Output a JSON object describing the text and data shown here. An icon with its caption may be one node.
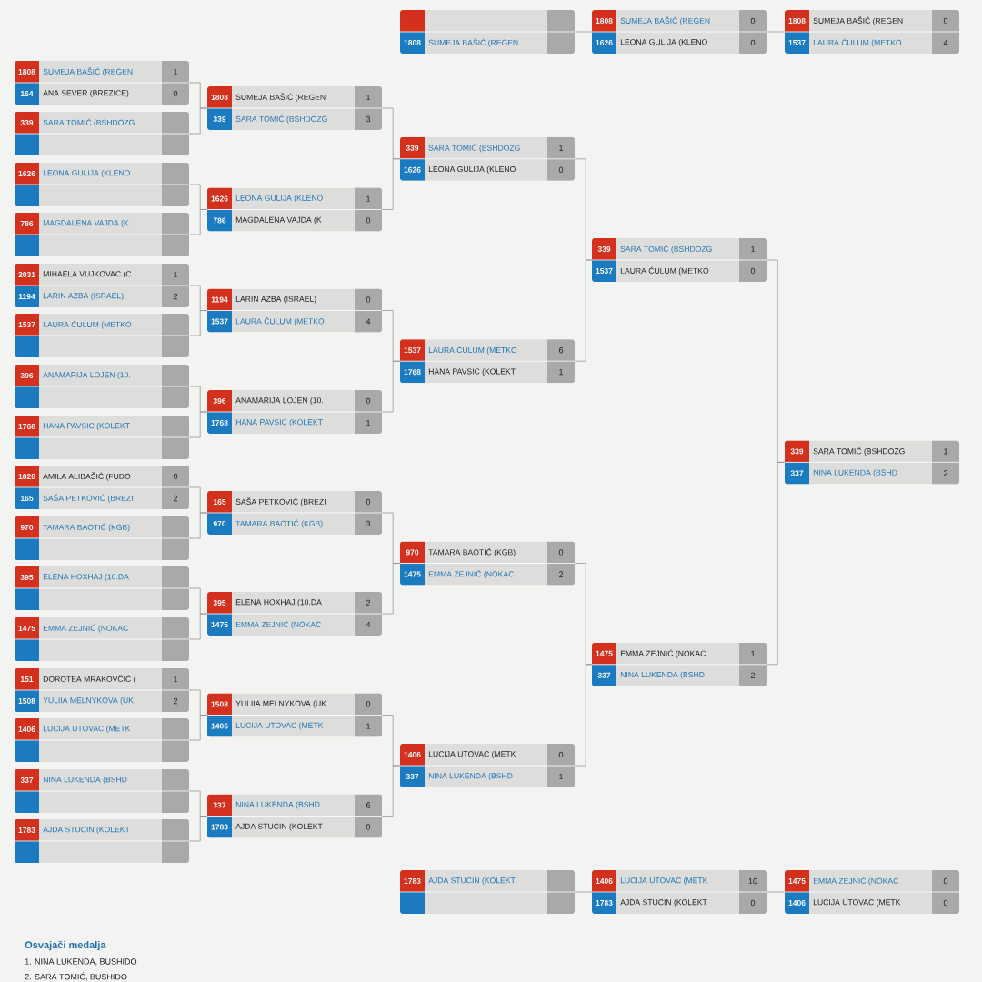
{
  "diagram": {
    "nodes": [
      {
        "text": [
          "1808",
          "SUMEJA BAŠIĆ (REGEN",
          "1",
          "164",
          "ANA SEVER (BREZICE)",
          "0"
        ]
      },
      {
        "text": [
          "339",
          "SARA TOMIĆ (BSHDOZG"
        ]
      },
      {
        "text": [
          "1626",
          "LEONA GULIJA (KLENO"
        ]
      },
      {
        "text": [
          "786",
          "MAGDALENA VAJDA (K"
        ]
      },
      {
        "text": [
          "2031",
          "MIHAELA VUJKOVAC (C",
          "1",
          "1194",
          "LARIN AZBA (ISRAEL)",
          "2"
        ]
      },
      {
        "text": [
          "1537",
          "LAURA ĆULUM (METKO"
        ]
      },
      {
        "text": [
          "396",
          "ANAMARIJA LOJEN (10."
        ]
      },
      {
        "text": [
          "1768",
          "HANA PAVSIC (KOLEKT"
        ]
      },
      {
        "text": [
          "1820",
          "AMILA ALIBAŠIĆ (FUDO",
          "0",
          "165",
          "SAŠA PETKOVIĆ (BREZI",
          "2"
        ]
      },
      {
        "text": [
          "970",
          "TAMARA BAOTIĆ (KGB)"
        ]
      },
      {
        "text": [
          "395",
          "ELENA HOXHAJ (10.DA"
        ]
      },
      {
        "text": [
          "1475",
          "EMMA ZEJNIĆ (NOKAC"
        ]
      },
      {
        "text": [
          "151",
          "DOROTEA MRAKOVČIĆ (",
          "1",
          "1508",
          "YULIIA MELNYKOVA (UK",
          "2"
        ]
      },
      {
        "text": [
          "1406",
          "LUCIJA UTOVAC (METK"
        ]
      },
      {
        "text": [
          "337",
          "NINA LUKENDA (BSHD"
        ]
      },
      {
        "text": [
          "1783",
          "AJDA STUCIN (KOLEKT"
        ]
      },
      {
        "text": [
          "1808",
          "SUMEJA BAŠIĆ (REGEN",
          "1",
          "339",
          "SARA TOMIĆ (BSHDOZG",
          "3"
        ]
      },
      {
        "text": [
          "1626",
          "LEONA GULIJA (KLENO",
          "1",
          "786",
          "MAGDALENA VAJDA (K",
          "0"
        ]
      },
      {
        "text": [
          "1194",
          "LARIN AZBA (ISRAEL)",
          "0",
          "1537",
          "LAURA ĆULUM (METKO",
          "4"
        ]
      },
      {
        "text": [
          "396",
          "ANAMARIJA LOJEN (10.",
          "0",
          "1768",
          "HANA PAVSIC (KOLEKT",
          "1"
        ]
      },
      {
        "text": [
          "165",
          "SAŠA PETKOVIĆ (BREZI",
          "0",
          "970",
          "TAMARA BAOTIĆ (KGB)",
          "3"
        ]
      },
      {
        "text": [
          "395",
          "ELENA HOXHAJ (10.DA",
          "2",
          "1475",
          "EMMA ZEJNIĆ (NOKAC",
          "4"
        ]
      },
      {
        "text": [
          "1508",
          "YULIIA MELNYKOVA (UK",
          "0",
          "1406",
          "LUCIJA UTOVAC (METK",
          "1"
        ]
      },
      {
        "text": [
          "337",
          "NINA LUKENDA (BSHD",
          "6",
          "1783",
          "AJDA STUCIN (KOLEKT",
          "0"
        ]
      },
      {
        "text": [
          "339",
          "SARA TOMIĆ (BSHDOZG",
          "1",
          "1626",
          "LEONA GULIJA (KLENO",
          "0"
        ]
      },
      {
        "text": [
          "1537",
          "LAURA ĆULUM (METKO",
          "6",
          "1768",
          "HANA PAVSIC (KOLEKT",
          "1"
        ]
      },
      {
        "text": [
          "970",
          "TAMARA BAOTIĆ (KGB)",
          "0",
          "1475",
          "EMMA ZEJNIĆ (NOKAC",
          "2"
        ]
      },
      {
        "text": [
          "1406",
          "LUCIJA UTOVAC (METK",
          "0",
          "337",
          "NINA LUKENDA (BSHD",
          "1"
        ]
      },
      {
        "text": [
          "339",
          "SARA TOMIĆ (BSHDOZG",
          "1",
          "1537",
          "LAURA ĆULUM (METKO",
          "0"
        ]
      },
      {
        "text": [
          "1475",
          "EMMA ZEJNIĆ (NOKAC",
          "1",
          "337",
          "NINA LUKENDA (BSHD",
          "2"
        ]
      },
      {
        "text": [
          "339",
          "SARA TOMIĆ (BSHDOZG",
          "1",
          "337",
          "NINA LUKENDA (BSHD",
          "2"
        ]
      },
      {
        "text": [
          "1808",
          "SUMEJA BAŠIĆ (REGEN"
        ]
      },
      {
        "text": [
          "1808",
          "SUMEJA BAŠIĆ (REGEN",
          "0",
          "1626",
          "LEONA GULIJA (KLENO",
          "0"
        ]
      },
      {
        "text": [
          "1808",
          "SUMEJA BAŠIĆ (REGEN",
          "0",
          "1537",
          "LAURA ĆULUM (METKO",
          "4"
        ]
      },
      {
        "text": [
          "1783",
          "AJDA STUCIN (KOLEKT"
        ]
      },
      {
        "text": [
          "1406",
          "LUCIJA UTOVAC (METK",
          "10",
          "1783",
          "AJDA STUCIN (KOLEKT",
          "0"
        ]
      },
      {
        "text": [
          "1475",
          "EMMA ZEJNIĆ (NOKAC",
          "0",
          "1406",
          "LUCIJA UTOVAC (METK",
          "0"
        ]
      }
    ],
    "edges": [
      {
        "from": 0,
        "to": 16,
        "arrow": "none"
      },
      {
        "from": 1,
        "to": 16,
        "arrow": "none"
      },
      {
        "from": 2,
        "to": 17,
        "arrow": "none"
      },
      {
        "from": 3,
        "to": 17,
        "arrow": "none"
      },
      {
        "from": 4,
        "to": 18,
        "arrow": "none"
      },
      {
        "from": 5,
        "to": 18,
        "arrow": "none"
      },
      {
        "from": 6,
        "to": 19,
        "arrow": "none"
      },
      {
        "from": 7,
        "to": 19,
        "arrow": "none"
      },
      {
        "from": 8,
        "to": 20,
        "arrow": "none"
      },
      {
        "from": 9,
        "to": 20,
        "arrow": "none"
      },
      {
        "from": 10,
        "to": 21,
        "arrow": "none"
      },
      {
        "from": 11,
        "to": 21,
        "arrow": "none"
      },
      {
        "from": 12,
        "to": 22,
        "arrow": "none"
      },
      {
        "from": 13,
        "to": 22,
        "arrow": "none"
      },
      {
        "from": 14,
        "to": 23,
        "arrow": "none"
      },
      {
        "from": 15,
        "to": 23,
        "arrow": "none"
      },
      {
        "from": 16,
        "to": 24,
        "arrow": "none"
      },
      {
        "from": 17,
        "to": 24,
        "arrow": "none"
      },
      {
        "from": 18,
        "to": 25,
        "arrow": "none"
      },
      {
        "from": 19,
        "to": 25,
        "arrow": "none"
      },
      {
        "from": 20,
        "to": 26,
        "arrow": "none"
      },
      {
        "from": 21,
        "to": 26,
        "arrow": "none"
      },
      {
        "from": 22,
        "to": 27,
        "arrow": "none"
      },
      {
        "from": 23,
        "to": 27,
        "arrow": "none"
      },
      {
        "from": 24,
        "to": 28,
        "arrow": "none"
      },
      {
        "from": 25,
        "to": 28,
        "arrow": "none"
      },
      {
        "from": 26,
        "to": 29,
        "arrow": "none"
      },
      {
        "from": 27,
        "to": 29,
        "arrow": "none"
      },
      {
        "from": 28,
        "to": 30,
        "arrow": "none"
      },
      {
        "from": 29,
        "to": 30,
        "arrow": "none"
      },
      {
        "from": 31,
        "to": 32,
        "arrow": "none"
      },
      {
        "from": 32,
        "to": 33,
        "arrow": "none"
      },
      {
        "from": 34,
        "to": 35,
        "arrow": "none"
      },
      {
        "from": 35,
        "to": 36,
        "arrow": "none"
      }
    ],
    "labels": [
      "Osvajači medalja",
      "1. NINA LUKENDA, BUSHIDO",
      "2. SARA TOMIĆ, BUSHIDO"
    ]
  }
}
